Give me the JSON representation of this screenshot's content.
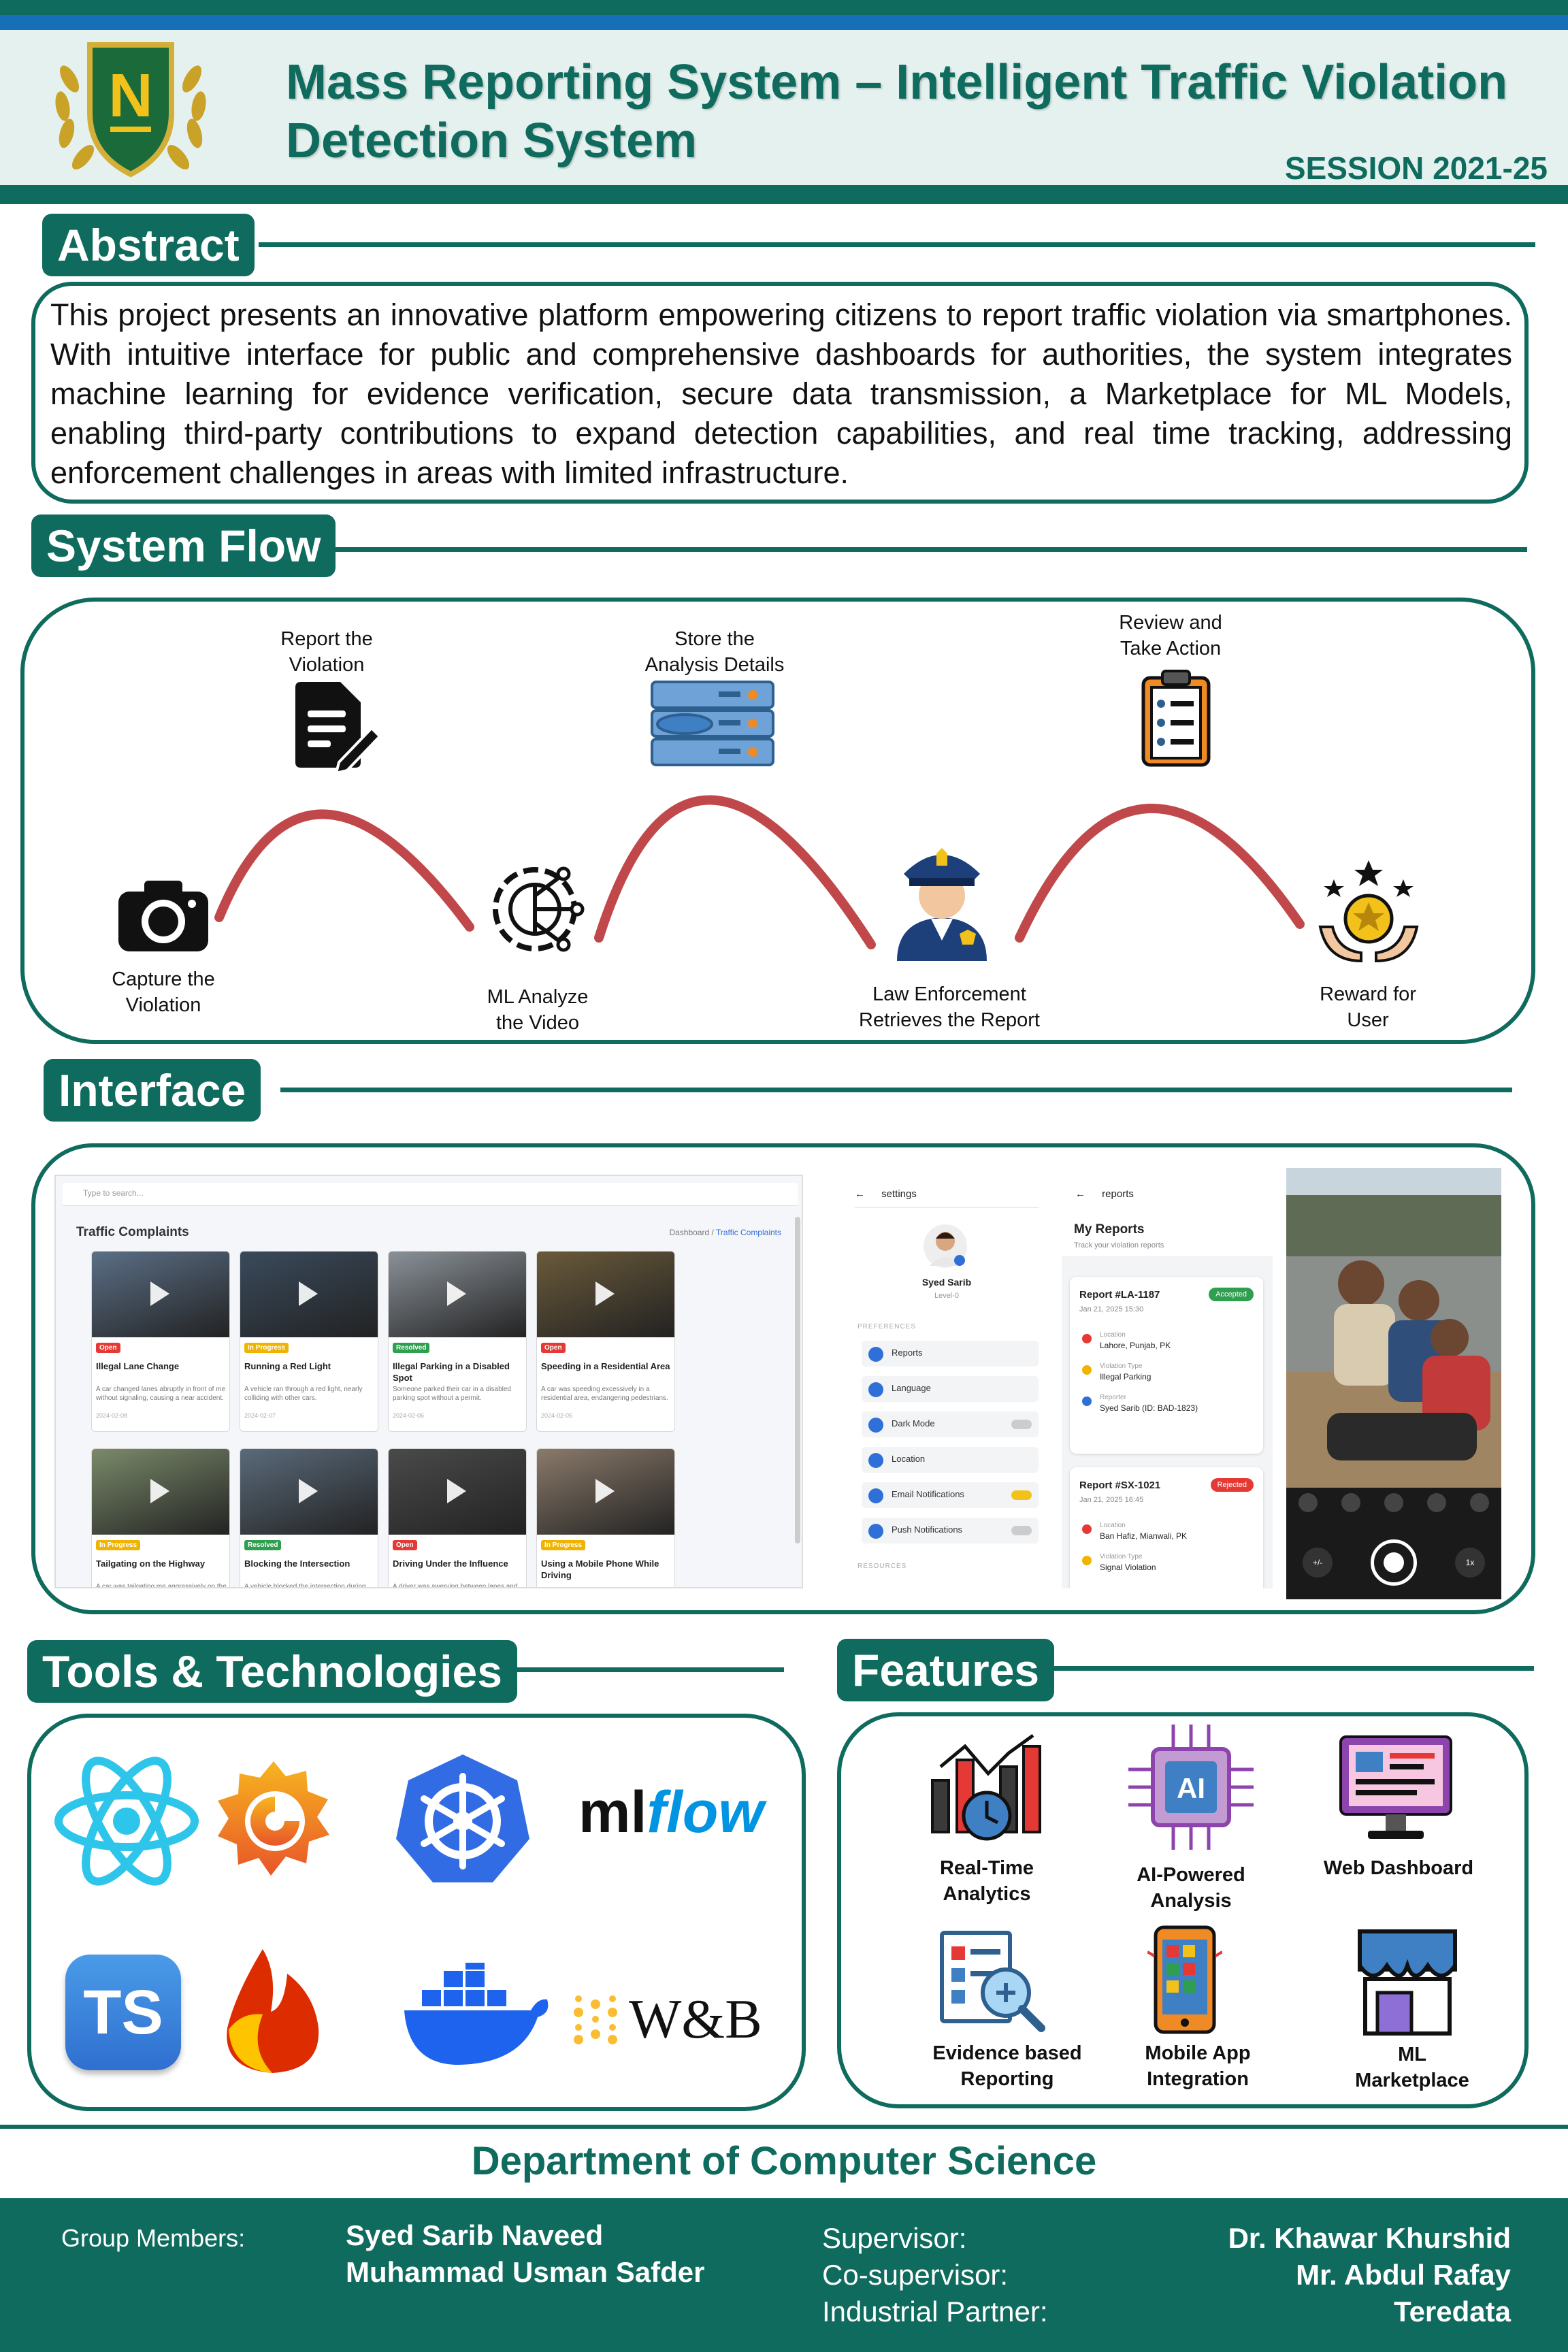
{
  "header": {
    "logo_letter": "N",
    "title_line1": "Mass Reporting System – Intelligent Traffic Violation",
    "title_line2": "Detection System",
    "session": "SESSION 2021-25"
  },
  "abstract": {
    "heading": "Abstract",
    "text": "This project presents an innovative platform empowering citizens to report traffic violation via smartphones. With intuitive interface for public and comprehensive dashboards for authorities, the system integrates machine learning for evidence verification, secure data transmission, a Marketplace for ML Models, enabling third-party contributions to expand detection capabilities, and real time tracking, addressing enforcement challenges in areas with limited infrastructure."
  },
  "system_flow": {
    "heading": "System Flow",
    "steps": [
      {
        "line1": "Capture the",
        "line2": "Violation",
        "icon": "camera-icon"
      },
      {
        "line1": "Report the",
        "line2": "Violation",
        "icon": "document-edit-icon"
      },
      {
        "line1": "ML Analyze",
        "line2": "the Video",
        "icon": "ml-gear-icon"
      },
      {
        "line1": "Store the",
        "line2": "Analysis Details",
        "icon": "database-icon"
      },
      {
        "line1": "Law Enforcement",
        "line2": "Retrieves the Report",
        "icon": "police-officer-icon"
      },
      {
        "line1": "Review and",
        "line2": "Take Action",
        "icon": "clipboard-icon"
      },
      {
        "line1": "Reward for",
        "line2": "User",
        "icon": "reward-star-icon"
      }
    ],
    "colors": {
      "curve": "#c0484a",
      "accent": "#0e6b5d"
    }
  },
  "interface": {
    "heading": "Interface",
    "web": {
      "search_placeholder": "Type to search...",
      "title": "Traffic Complaints",
      "crumb_home": "Dashboard /",
      "crumb_current": "Traffic Complaints",
      "cards": [
        {
          "status": "Open",
          "title": "Illegal Lane Change",
          "desc": "A car changed lanes abruptly in front of me without signaling, causing a near accident.",
          "date": "2024-02-08"
        },
        {
          "status": "In Progress",
          "title": "Running a Red Light",
          "desc": "A vehicle ran through a red light, nearly colliding with other cars.",
          "date": "2024-02-07"
        },
        {
          "status": "Resolved",
          "title": "Illegal Parking in a Disabled Spot",
          "desc": "Someone parked their car in a disabled parking spot without a permit.",
          "date": "2024-02-06"
        },
        {
          "status": "Open",
          "title": "Speeding in a Residential Area",
          "desc": "A car was speeding excessively in a residential area, endangering pedestrians.",
          "date": "2024-02-05"
        },
        {
          "status": "In Progress",
          "title": "Tailgating on the Highway",
          "desc": "A car was tailgating me aggressively on the",
          "date": ""
        },
        {
          "status": "Resolved",
          "title": "Blocking the Intersection",
          "desc": "A vehicle blocked the intersection during",
          "date": ""
        },
        {
          "status": "Open",
          "title": "Driving Under the Influence",
          "desc": "A driver was swerving between lanes and",
          "date": ""
        },
        {
          "status": "In Progress",
          "title": "Using a Mobile Phone While Driving",
          "desc": "",
          "date": ""
        }
      ],
      "status_colors": {
        "Open": "#e53935",
        "In Progress": "#f0b400",
        "Resolved": "#2e9e4f"
      }
    },
    "settings": {
      "title": "settings",
      "user_name": "Syed Sarib",
      "user_level": "Level-0",
      "section1": "PREFERENCES",
      "items": [
        "Reports",
        "Language",
        "Dark Mode",
        "Location",
        "Email Notifications",
        "Push Notifications"
      ],
      "section2": "RESOURCES"
    },
    "reports": {
      "title": "reports",
      "heading": "My Reports",
      "subheading": "Track your violation reports",
      "list": [
        {
          "id": "Report #LA-1187",
          "date": "Jan 21, 2025 15:30",
          "status": "Accepted",
          "location_label": "Location",
          "location": "Lahore, Punjab, PK",
          "type_label": "Violation Type",
          "type": "Illegal Parking",
          "reporter_label": "Reporter",
          "reporter": "Syed Sarib (ID: BAD-1823)"
        },
        {
          "id": "Report #SX-1021",
          "date": "Jan 21, 2025 16:45",
          "status": "Rejected",
          "location_label": "Location",
          "location": "Ban Hafiz, Mianwali, PK",
          "type_label": "Violation Type",
          "type": "Signal Violation"
        }
      ],
      "status_colors": {
        "Accepted": "#2e9e4f",
        "Rejected": "#e53935"
      }
    },
    "camera": {
      "left_control": "+/-",
      "right_control": "1x"
    }
  },
  "tools": {
    "heading": "Tools & Technologies",
    "items": [
      {
        "name": "react-logo"
      },
      {
        "name": "grafana-logo"
      },
      {
        "name": "kubernetes-logo"
      },
      {
        "name": "mlflow-logo",
        "text_ml": "ml",
        "text_flow": "flow"
      },
      {
        "name": "typescript-logo",
        "text": "TS"
      },
      {
        "name": "firebase-logo"
      },
      {
        "name": "docker-logo"
      },
      {
        "name": "wandb-logo",
        "text": "W&B"
      }
    ]
  },
  "features": {
    "heading": "Features",
    "items": [
      {
        "line1": "Real-Time",
        "line2": "Analytics",
        "icon": "analytics-icon"
      },
      {
        "line1": "AI-Powered",
        "line2": "Analysis",
        "icon": "ai-chip-icon",
        "icon_text": "AI"
      },
      {
        "line1": "Web Dashboard",
        "line2": "",
        "icon": "web-dashboard-icon"
      },
      {
        "line1": "Evidence based",
        "line2": "Reporting",
        "icon": "evidence-icon"
      },
      {
        "line1": "Mobile App",
        "line2": "Integration",
        "icon": "mobile-app-icon"
      },
      {
        "line1": "ML",
        "line2": "Marketplace",
        "icon": "marketplace-icon"
      }
    ]
  },
  "footer": {
    "department": "Department of Computer Science",
    "members_label": "Group Members:",
    "members": [
      "Syed Sarib Naveed",
      "Muhammad Usman Safder"
    ],
    "roles": [
      "Supervisor:",
      "Co-supervisor:",
      "Industrial Partner:"
    ],
    "names": [
      "Dr. Khawar Khurshid",
      "Mr. Abdul Rafay",
      "Teredata"
    ]
  }
}
